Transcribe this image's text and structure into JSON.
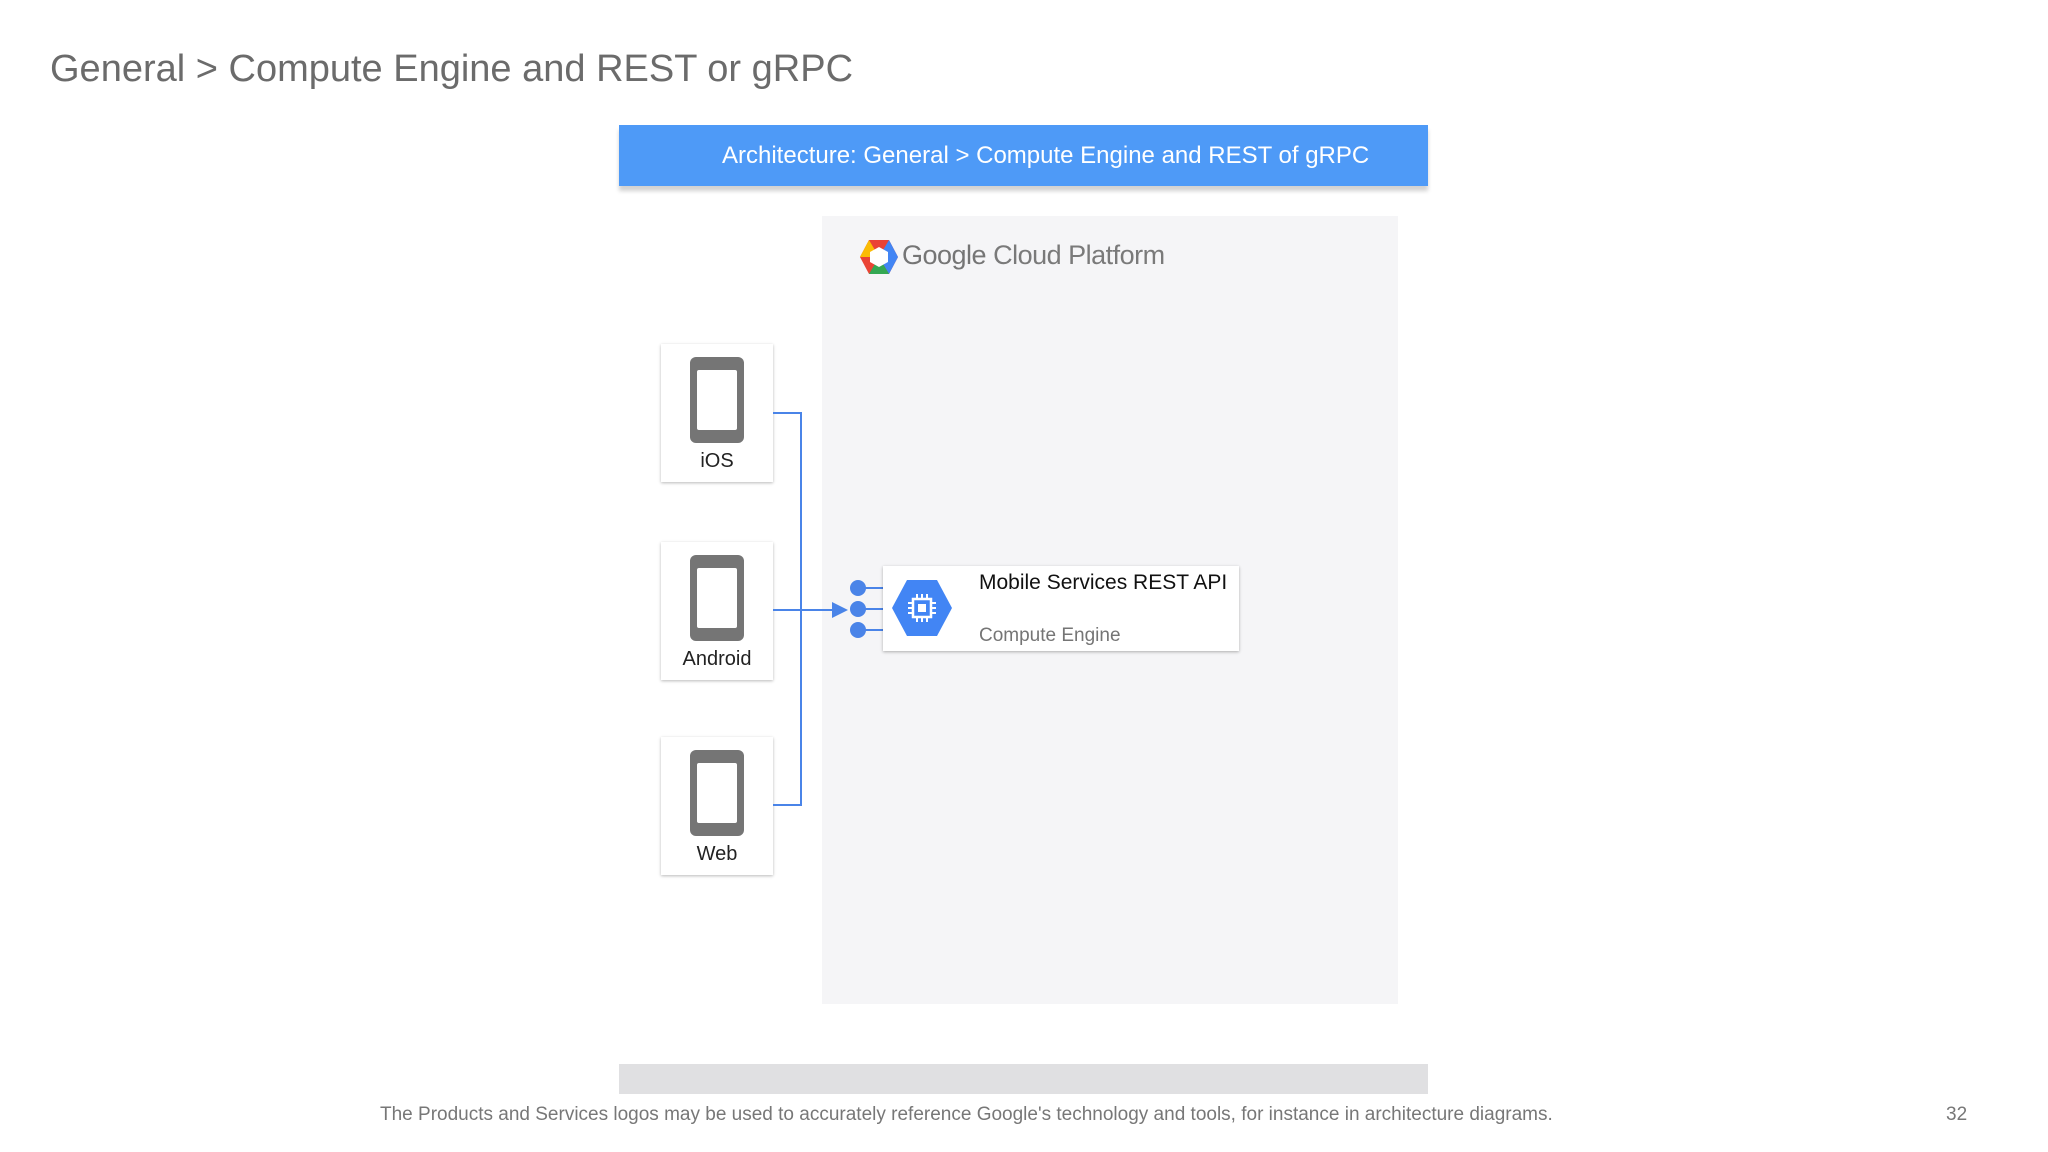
{
  "page": {
    "title": "General > Compute Engine and REST or gRPC",
    "footer_note": "The Products and Services logos may be used to accurately reference Google's technology and tools, for instance in architecture diagrams.",
    "page_number": "32"
  },
  "diagram": {
    "header": "Architecture: General > Compute Engine and REST of gRPC",
    "platform_logo": {
      "brand": "Google",
      "product": "Cloud Platform",
      "icon": "gcp-hexagon-logo-icon"
    },
    "clients": [
      {
        "label": "iOS",
        "icon": "mobile-device-icon"
      },
      {
        "label": "Android",
        "icon": "mobile-device-icon"
      },
      {
        "label": "Web",
        "icon": "mobile-device-icon"
      }
    ],
    "service": {
      "name": "Mobile Services REST API",
      "type": "Compute Engine",
      "icon": "compute-engine-icon"
    },
    "colors": {
      "header_bar": "#4e9af7",
      "connector": "#4a84e8",
      "compute_engine": "#4285f4",
      "device_icon": "#757575",
      "panel": "#f5f5f7"
    }
  }
}
